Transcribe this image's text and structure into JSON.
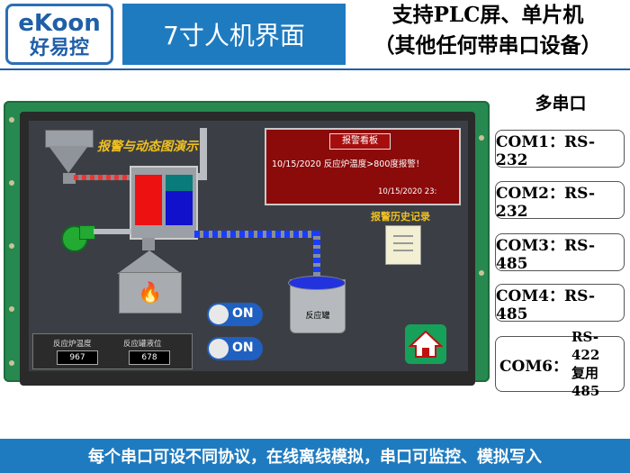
{
  "header": {
    "logo_line1": "eKoon",
    "logo_line2": "好易控",
    "title": "7寸人机界面",
    "support_line1": "支持PLC屏、单片机",
    "support_line2": "（其他任何带串口设备）"
  },
  "screen": {
    "demo_title": "报警与动态图演示",
    "alarm_panel": {
      "header": "报警看板",
      "message": "10/15/2020   反应炉温度>800度报警！",
      "timestamp": "10/15/2020 23:"
    },
    "history_label": "报警历史记录",
    "tank_label": "反应罐",
    "toggles": [
      {
        "label": "ON"
      },
      {
        "label": "ON"
      }
    ],
    "meters": [
      {
        "label": "反应炉温度",
        "value": "967"
      },
      {
        "label": "反应罐液位",
        "value": "678"
      }
    ],
    "home_icon": "home-icon"
  },
  "ports": {
    "title": "多串口",
    "items": [
      {
        "label": "COM1：RS-232"
      },
      {
        "label": "COM2：RS-232"
      },
      {
        "label": "COM3：RS-485"
      },
      {
        "label": "COM4：RS-485"
      }
    ],
    "com6": {
      "label": "COM6：",
      "line1": "RS-422",
      "line2": "复用485"
    }
  },
  "footer": {
    "text": "每个串口可设不同协议，在线离线模拟，串口可监控、模拟写入"
  },
  "colors": {
    "brand_blue": "#1f7bc0",
    "alarm_red": "#8b0a0a",
    "pcb_green": "#27894f",
    "accent_yellow": "#f0c020"
  }
}
